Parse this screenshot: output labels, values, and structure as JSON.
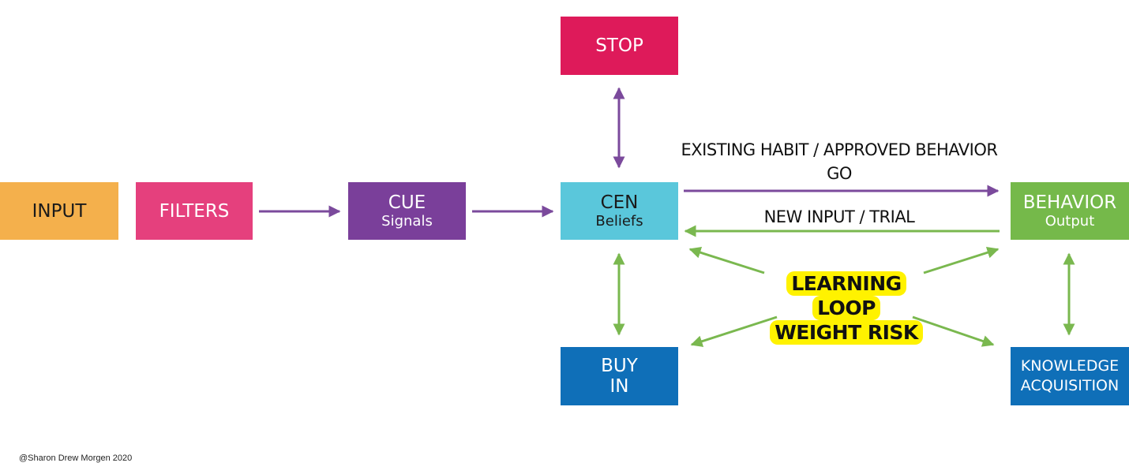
{
  "nodes": {
    "input": {
      "line1": "INPUT",
      "line2": "",
      "color": "#f4b04c"
    },
    "filters": {
      "line1": "FILTERS",
      "line2": "",
      "color": "#e5407d"
    },
    "cue": {
      "line1": "CUE",
      "line2": "Signals",
      "color": "#7a3f9a"
    },
    "cen": {
      "line1": "CEN",
      "line2": "Beliefs",
      "color": "#5ac7db"
    },
    "stop": {
      "line1": "STOP",
      "line2": "",
      "color": "#de1a5a"
    },
    "behavior": {
      "line1": "BEHAVIOR",
      "line2": "Output",
      "color": "#75b94a"
    },
    "buy_in": {
      "line1": "BUY",
      "line2": "IN",
      "color": "#0f6fb8"
    },
    "knowledge": {
      "line1": "KNOWLEDGE",
      "line2": "ACQUISITION",
      "color": "#0f6fb8"
    }
  },
  "labels": {
    "existing_habit": "EXISTING HABIT / APPROVED BEHAVIOR",
    "go": "GO",
    "new_input": "NEW INPUT / TRIAL"
  },
  "learning_loop": {
    "line1": "LEARNING LOOP",
    "line2": "WEIGHT RISK",
    "highlight": "#fff200"
  },
  "edges": [
    {
      "from": "filters",
      "to": "cue",
      "style": "purple"
    },
    {
      "from": "cue",
      "to": "cen",
      "style": "purple"
    },
    {
      "from": "cen",
      "to": "stop",
      "style": "purple",
      "bidirectional": true
    },
    {
      "from": "cen",
      "to": "behavior",
      "style": "purple",
      "label": "EXISTING HABIT / APPROVED BEHAVIOR GO"
    },
    {
      "from": "behavior",
      "to": "cen",
      "style": "green",
      "label": "NEW INPUT / TRIAL"
    },
    {
      "from": "cen",
      "to": "buy_in",
      "style": "green",
      "bidirectional": true
    },
    {
      "from": "behavior",
      "to": "knowledge",
      "style": "green",
      "bidirectional": true
    },
    {
      "from": "learning_loop",
      "to": "cen",
      "style": "green"
    },
    {
      "from": "learning_loop",
      "to": "behavior",
      "style": "green"
    },
    {
      "from": "learning_loop",
      "to": "buy_in",
      "style": "green"
    },
    {
      "from": "learning_loop",
      "to": "knowledge",
      "style": "green"
    }
  ],
  "colors": {
    "purple_arrow": "#7b4a9c",
    "green_arrow": "#7ab84f"
  },
  "copyright": "@Sharon Drew Morgen 2020"
}
